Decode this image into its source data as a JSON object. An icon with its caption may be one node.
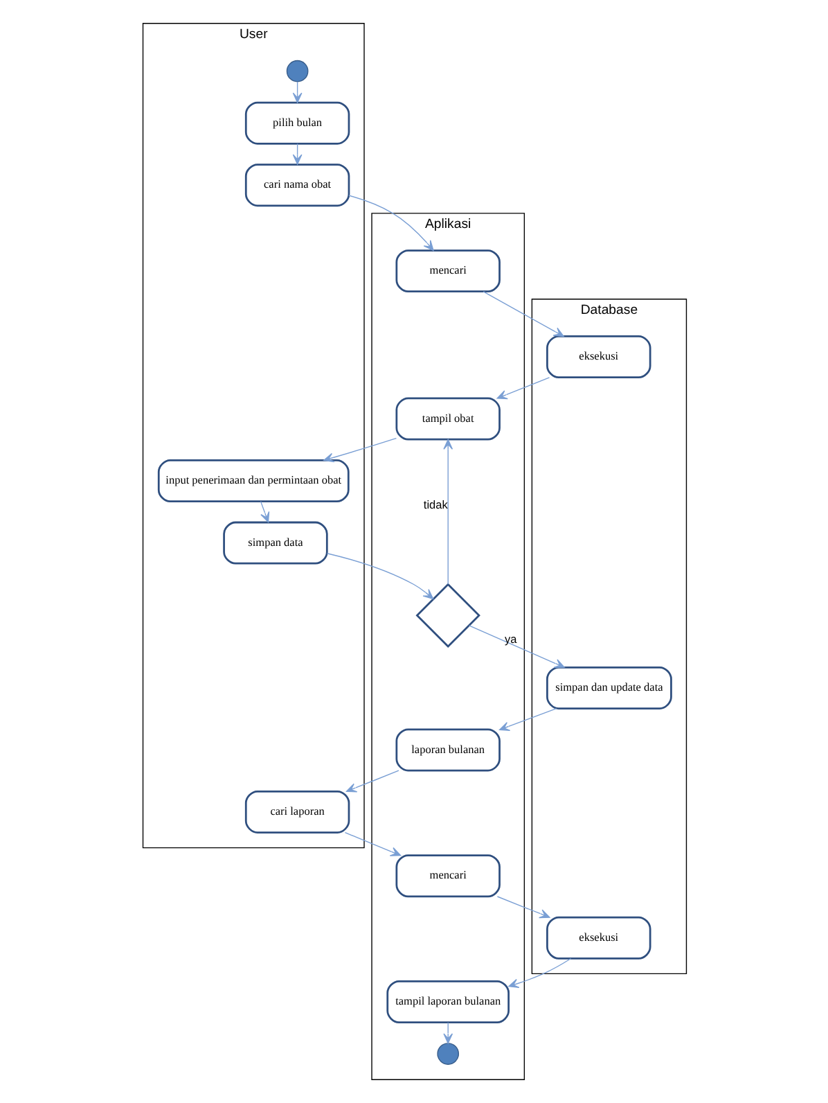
{
  "diagram": {
    "nodes": [
      {
        "text": [
          "User"
        ]
      },
      {
        "text": [
          "Aplikasi"
        ]
      },
      {
        "text": [
          "Database"
        ]
      },
      {
        "text": [],
        "shape": "circle",
        "in": 0
      },
      {
        "text": [
          "pilih bulan"
        ],
        "in": 0
      },
      {
        "text": [
          "cari nama obat"
        ],
        "in": 0
      },
      {
        "text": [
          "mencari"
        ],
        "in": 1
      },
      {
        "text": [
          "eksekusi"
        ],
        "in": 2
      },
      {
        "text": [
          "tampil obat"
        ],
        "in": 1
      },
      {
        "text": [
          "input penerimaan dan permintaan obat"
        ],
        "in": 0
      },
      {
        "text": [
          "simpan data"
        ],
        "in": 0
      },
      {
        "text": [],
        "shape": "diamond",
        "in": 1
      },
      {
        "text": [
          "simpan dan update data"
        ],
        "in": 2
      },
      {
        "text": [
          "laporan bulanan"
        ],
        "in": 1
      },
      {
        "text": [
          "cari laporan"
        ],
        "in": 0
      },
      {
        "text": [
          "mencari"
        ],
        "in": 1
      },
      {
        "text": [
          "eksekusi"
        ],
        "in": 2
      },
      {
        "text": [
          "tampil laporan bulanan"
        ],
        "in": 1
      },
      {
        "text": [],
        "shape": "circle",
        "in": 1
      }
    ],
    "edges": [
      {
        "from": 3,
        "to": 4,
        "arrow": "to"
      },
      {
        "from": 4,
        "to": 5,
        "arrow": "to"
      },
      {
        "from": 5,
        "to": 6,
        "arrow": "to"
      },
      {
        "from": 6,
        "to": 7,
        "arrow": "to"
      },
      {
        "from": 7,
        "to": 8,
        "arrow": "to"
      },
      {
        "from": 8,
        "to": 9,
        "arrow": "to"
      },
      {
        "from": 9,
        "to": 10,
        "arrow": "to"
      },
      {
        "from": 10,
        "to": 11,
        "arrow": "to"
      },
      {
        "from": 11,
        "to": 8,
        "arrow": "to",
        "label": "tidak"
      },
      {
        "from": 11,
        "to": 12,
        "arrow": "to",
        "label": "ya"
      },
      {
        "from": 12,
        "to": 13,
        "arrow": "to"
      },
      {
        "from": 13,
        "to": 14,
        "arrow": "to"
      },
      {
        "from": 14,
        "to": 15,
        "arrow": "to"
      },
      {
        "from": 15,
        "to": 16,
        "arrow": "to"
      },
      {
        "from": 16,
        "to": 17,
        "arrow": "to"
      },
      {
        "from": 17,
        "to": 18,
        "arrow": "to"
      }
    ]
  }
}
